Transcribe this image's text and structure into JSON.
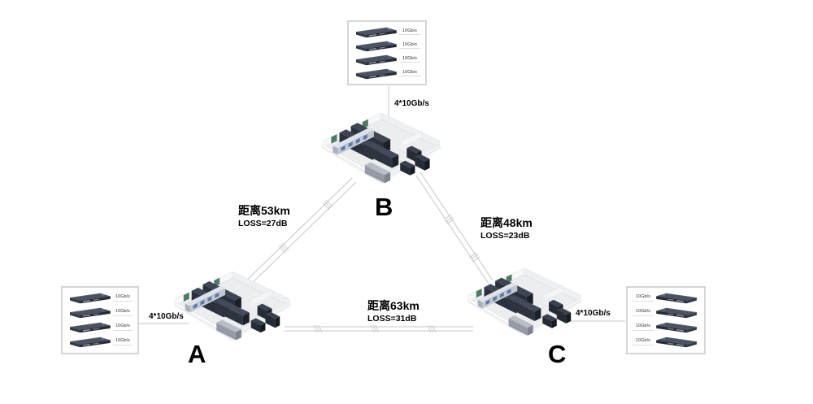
{
  "nodes": [
    {
      "id": "A",
      "label": "A"
    },
    {
      "id": "B",
      "label": "B"
    },
    {
      "id": "C",
      "label": "C"
    }
  ],
  "links": [
    {
      "id": "A-B",
      "distance_label": "距离53km",
      "loss_label": "LOSS=27dB"
    },
    {
      "id": "B-C",
      "distance_label": "距离48km",
      "loss_label": "LOSS=23dB"
    },
    {
      "id": "A-C",
      "distance_label": "距离63km",
      "loss_label": "LOSS=31dB"
    }
  ],
  "uplinks": {
    "top": {
      "label": "4*10Gb/s"
    },
    "left": {
      "label": "4*10Gb/s"
    },
    "right": {
      "label": "4*10Gb/s"
    }
  },
  "switch_boxes": {
    "top": {
      "switches": [
        "10Gb/s",
        "10Gb/s",
        "10Gb/s",
        "10Gb/s"
      ]
    },
    "left": {
      "switches": [
        "10Gb/s",
        "10Gb/s",
        "10Gb/s",
        "10Gb/s"
      ]
    },
    "right": {
      "switches": [
        "10Gb/s",
        "10Gb/s",
        "10Gb/s",
        "10Gb/s"
      ]
    }
  },
  "colors": {
    "link_line": "#c7c7c7",
    "box_border": "#d6d6d6",
    "rack_dark": "#3e4553",
    "switch_dark": "#4b5262",
    "door_green": "#4e7b62",
    "text": "#000000"
  }
}
